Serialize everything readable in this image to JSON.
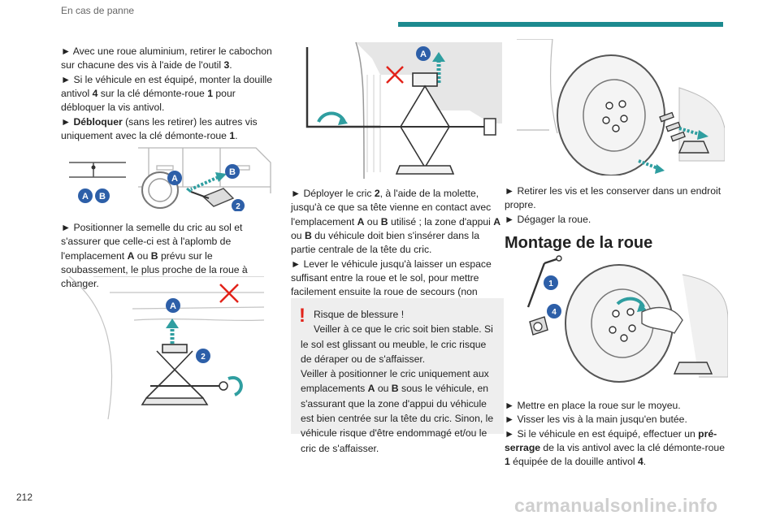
{
  "header": {
    "section": "En cas de panne"
  },
  "page_number": "212",
  "watermark": "carmanualsonline.info",
  "col1": {
    "p1_a": "► Avec une roue aluminium, retirer le cabochon sur chacune des vis à l'aide de l'outil ",
    "p1_b": "3",
    "p1_c": ".",
    "p2_a": "► Si le véhicule en est équipé, monter la douille antivol ",
    "p2_b": "4",
    "p2_c": " sur la clé démonte-roue ",
    "p2_d": "1",
    "p2_e": " pour débloquer la vis antivol.",
    "p3_a": "► ",
    "p3_b": "Débloquer",
    "p3_c": " (sans les retirer) les autres vis uniquement avec la clé démonte-roue ",
    "p3_d": "1",
    "p3_e": ".",
    "p4_a": "► Positionner la semelle du cric au sol et s'assurer que celle-ci est à l'aplomb de l'emplacement ",
    "p4_b": "A",
    "p4_c": " ou ",
    "p4_d": "B",
    "p4_e": " prévu sur le soubassement, le plus proche de la roue à changer."
  },
  "col2": {
    "p1_a": "► Déployer le cric ",
    "p1_b": "2",
    "p1_c": ", à l'aide de la molette, jusqu'à ce que sa tête vienne en contact avec l'emplacement ",
    "p1_d": "A",
    "p1_e": " ou ",
    "p1_f": "B",
    "p1_g": " utilisé ; la zone d'appui ",
    "p1_h": "A",
    "p1_i": " ou ",
    "p1_j": "B",
    "p1_k": " du véhicule doit bien s'insérer dans la partie centrale de la tête du cric.",
    "p2": "► Lever le véhicule jusqu'à laisser un espace suffisant entre la roue et le sol, pour mettre facilement ensuite la roue de secours (non crevée).",
    "warning": {
      "icon": "!",
      "line1": "Risque de blessure !",
      "line2": "Veiller à ce que le cric soit bien stable. Si le sol est glissant ou meuble, le cric risque de déraper ou de s'affaisser.",
      "line3_a": "Veiller à positionner le cric uniquement aux emplacements ",
      "line3_b": "A",
      "line3_c": " ou ",
      "line3_d": "B",
      "line3_e": " sous le véhicule, en s'assurant que la zone d'appui du véhicule est bien centrée sur la tête du cric. Sinon, le véhicule risque d'être endommagé et/ou le cric de s'affaisser."
    }
  },
  "col3": {
    "p1": "► Retirer les vis et les conserver dans un endroit propre.",
    "p2": "► Dégager la roue.",
    "section_title": "Montage de la roue",
    "p3": "► Mettre en place la roue sur le moyeu.",
    "p4": "► Visser les vis à la main jusqu'en butée.",
    "p5_a": "► Si le véhicule en est équipé, effectuer un ",
    "p5_b": "pré-serrage",
    "p5_c": " de la vis antivol avec la clé démonte-roue ",
    "p5_d": "1",
    "p5_e": " équipée de la douille antivol ",
    "p5_f": "4",
    "p5_g": "."
  },
  "labels": {
    "A": "A",
    "B": "B",
    "one": "1",
    "two": "2",
    "four": "4"
  },
  "colors": {
    "accent": "#1c8a8f",
    "label_blue": "#2d5fa8",
    "arrow_teal": "#2f9ea0",
    "cross_red": "#e2231a"
  }
}
